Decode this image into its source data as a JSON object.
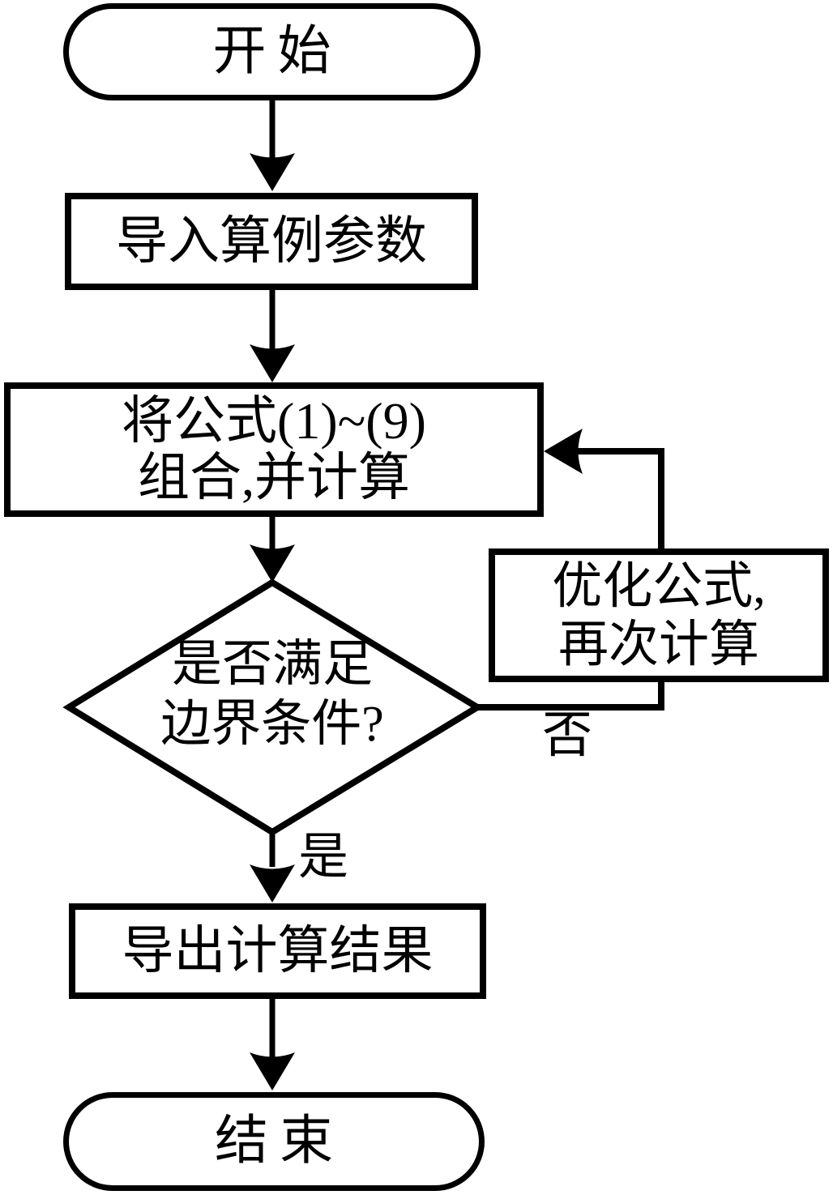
{
  "diagram_type": "flowchart",
  "nodes": {
    "start": {
      "shape": "terminator",
      "label": "开始"
    },
    "import_params": {
      "shape": "process",
      "label": "导入算例参数"
    },
    "combine_formulas": {
      "shape": "process",
      "line1": "将公式(1)~(9)",
      "line2": "组合,并计算"
    },
    "boundary_decision": {
      "shape": "decision",
      "line1": "是否满足",
      "line2": "边界条件?"
    },
    "optimize_formula": {
      "shape": "process",
      "line1": "优化公式,",
      "line2": "再次计算"
    },
    "export_results": {
      "shape": "process",
      "label": "导出计算结果"
    },
    "end": {
      "shape": "terminator",
      "label": "结束"
    }
  },
  "edge_labels": {
    "no": "否",
    "yes": "是"
  },
  "colors": {
    "stroke": "#000000",
    "background": "#ffffff",
    "text": "#000000"
  }
}
